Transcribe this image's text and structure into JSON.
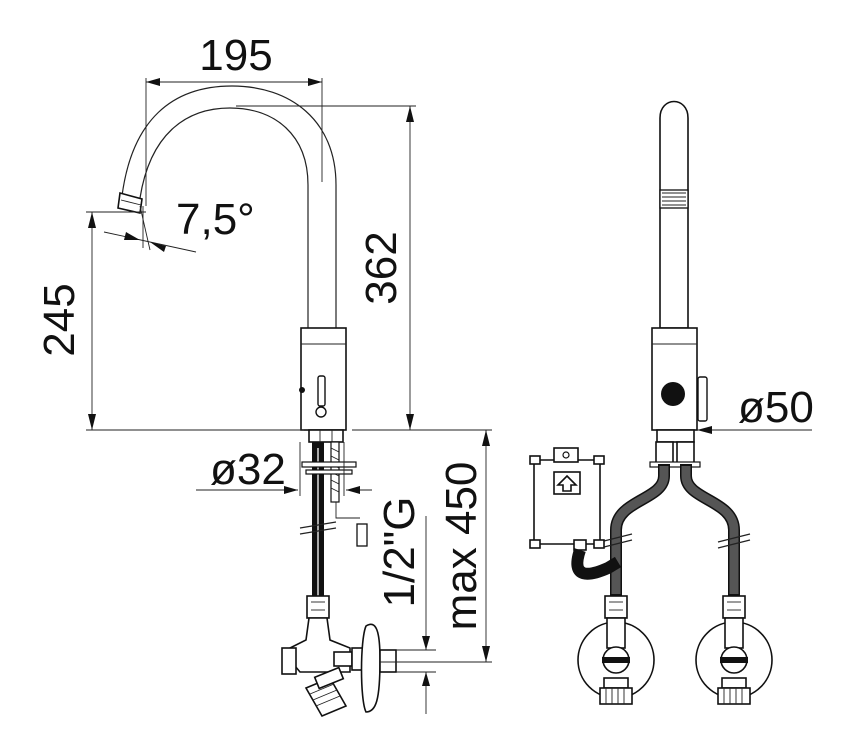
{
  "dimensions": {
    "width_label": "195",
    "angle_label": "7,5°",
    "outlet_height_label": "245",
    "total_height_label": "362",
    "base_diameter_label": "ø32",
    "body_diameter_label": "ø50",
    "thread_label": "1/2\"G",
    "hose_length_label": "max 450"
  },
  "colors": {
    "line": "#111111",
    "hose": "#333333",
    "sensor": "#111111"
  }
}
